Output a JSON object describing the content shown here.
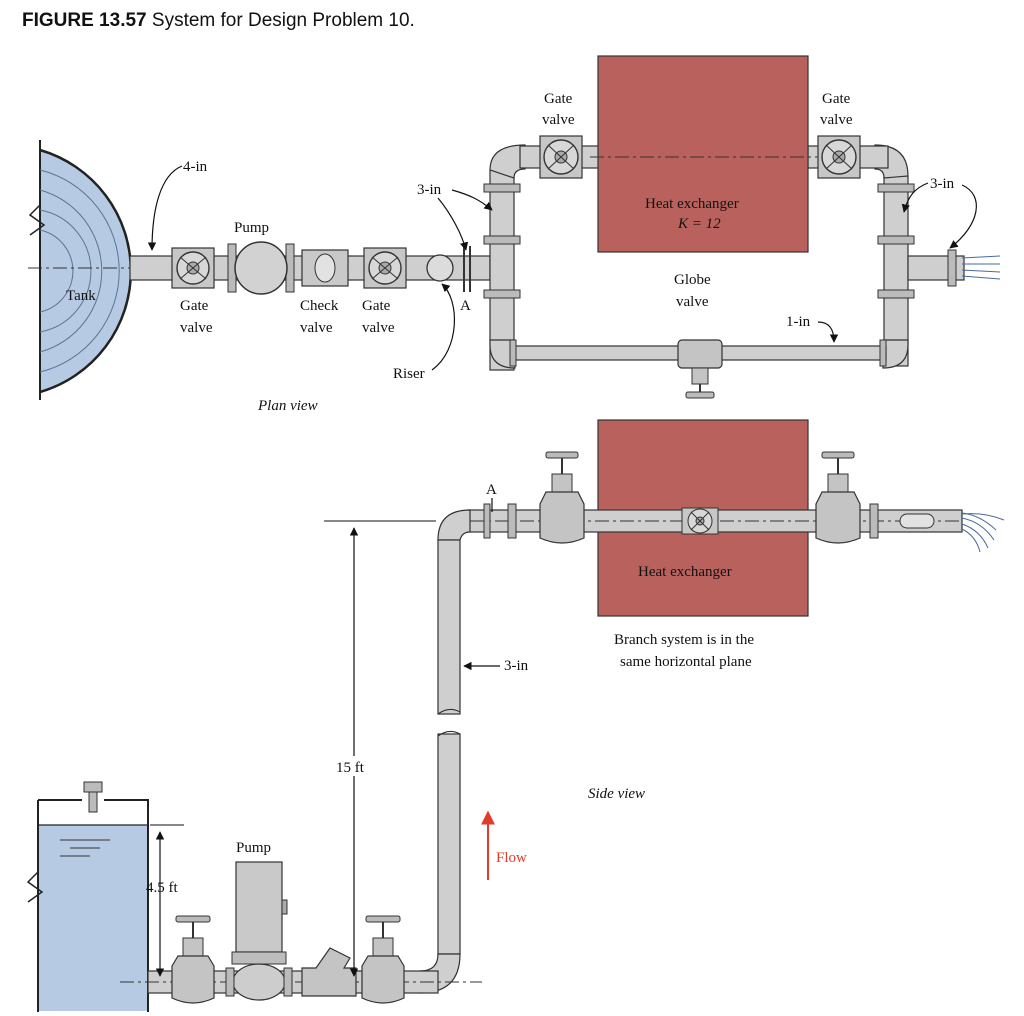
{
  "caption": {
    "number": "FIGURE 13.57",
    "text": "System for Design Problem 10."
  },
  "plan_view": {
    "title": "Plan view",
    "tank": "Tank",
    "pipe_4in": "4-in",
    "pump": "Pump",
    "gate_valve_1": [
      "Gate",
      "valve"
    ],
    "check_valve": [
      "Check",
      "valve"
    ],
    "gate_valve_2": [
      "Gate",
      "valve"
    ],
    "riser": "Riser",
    "point_a": "A",
    "pipe_3in_left": "3-in",
    "gate_valve_top_left": [
      "Gate",
      "valve"
    ],
    "gate_valve_top_right": [
      "Gate",
      "valve"
    ],
    "heat_exchanger": [
      "Heat exchanger",
      "K = 12"
    ],
    "globe_valve": [
      "Globe",
      "valve"
    ],
    "pipe_3in_right": "3-in",
    "pipe_1in": "1-in"
  },
  "side_view": {
    "title": "Side view",
    "point_a": "A",
    "heat_exchanger": "Heat exchanger",
    "branch_note": [
      "Branch system is in the",
      "same horizontal plane"
    ],
    "pipe_3in": "3-in",
    "height_15": "15 ft",
    "height_45": "4.5 ft",
    "pump": "Pump",
    "flow": "Flow"
  },
  "colors": {
    "water": "#b6cbe3",
    "heat_exchanger": "#b9625d",
    "pipe": "#cfcfcf",
    "flow_arrow": "#e23b2a"
  }
}
